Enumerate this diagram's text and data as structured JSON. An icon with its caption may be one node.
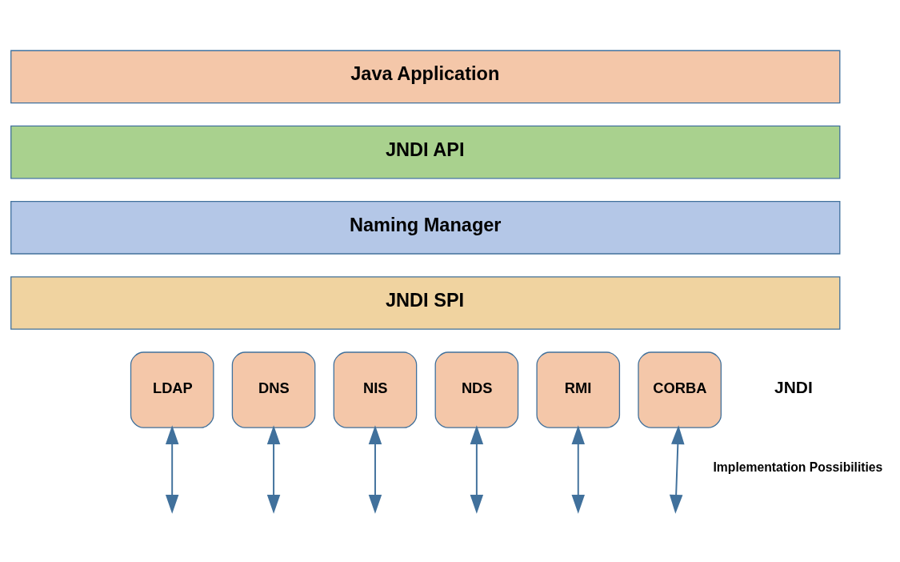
{
  "diagram": {
    "nodes": [
      {
        "text": [
          "Java Application"
        ]
      },
      {
        "text": [
          "JNDI API"
        ]
      },
      {
        "text": [
          "Naming Manager"
        ]
      },
      {
        "text": [
          "JNDI SPI"
        ]
      },
      {
        "text": [
          "LDAP"
        ]
      },
      {
        "text": [
          "DNS"
        ]
      },
      {
        "text": [
          "NIS"
        ]
      },
      {
        "text": [
          "NDS"
        ]
      },
      {
        "text": [
          "RMI"
        ]
      },
      {
        "text": [
          "CORBA"
        ]
      }
    ],
    "edges": [
      {
        "from": 4,
        "to": null,
        "arrow": "both"
      },
      {
        "from": 5,
        "to": null,
        "arrow": "both"
      },
      {
        "from": 6,
        "to": null,
        "arrow": "both"
      },
      {
        "from": 7,
        "to": null,
        "arrow": "both"
      },
      {
        "from": 8,
        "to": null,
        "arrow": "both"
      },
      {
        "from": 9,
        "to": null,
        "arrow": "both"
      }
    ],
    "labels": [
      "JNDI",
      "Implementation Possibilities"
    ]
  }
}
